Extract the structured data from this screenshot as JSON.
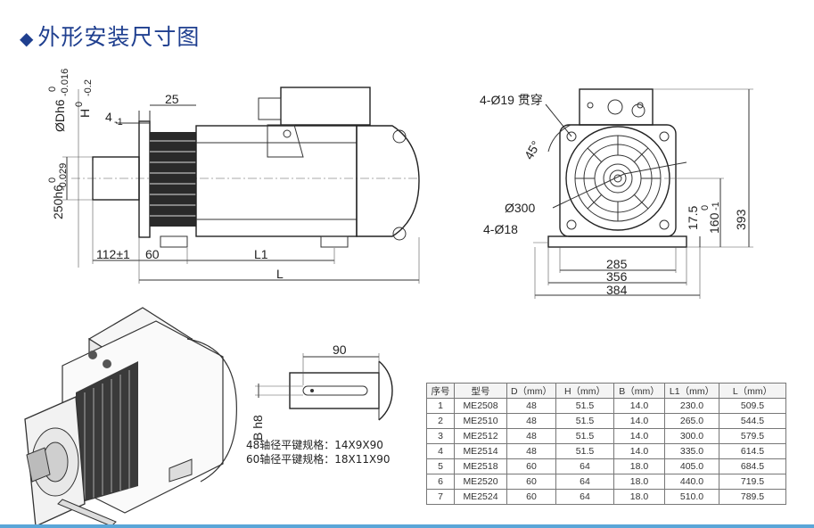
{
  "title": "外形安装尺寸图",
  "side_view": {
    "labels": {
      "shaft_dia": "ØDh6",
      "shaft_dia_tol_top": "0",
      "shaft_dia_tol_bot": "-0.016",
      "h_label": "H",
      "h_tol_top": "0",
      "h_tol_bot": "-0.2",
      "four": "4",
      "four_tol": "-1",
      "twentyfive": "25",
      "flange_dia": "250h6",
      "flange_tol_top": "0",
      "flange_tol_bot": "-0.029",
      "d112": "112±1",
      "d60": "60",
      "L1": "L1",
      "L": "L"
    }
  },
  "front_view": {
    "labels": {
      "holes": "4-Ø19 贯穿",
      "angle": "45°",
      "pcd": "Ø300",
      "foot_holes": "4-Ø18",
      "d285": "285",
      "d356": "356",
      "d384": "384",
      "d17_5": "17.5",
      "d160": "160",
      "d160_tol_top": "0",
      "d160_tol_bot": "-1",
      "d393": "393"
    }
  },
  "shaft_detail": {
    "labels": {
      "d90": "90",
      "bh8": "B h8"
    },
    "notes": [
      "48轴径平键规格：14X9X90",
      "60轴径平键规格：18X11X90"
    ]
  },
  "table": {
    "headers": [
      "序号",
      "型号",
      "D（mm）",
      "H（mm）",
      "B（mm）",
      "L1（mm）",
      "L（mm）"
    ],
    "rows": [
      [
        "1",
        "ME2508",
        "48",
        "51.5",
        "14.0",
        "230.0",
        "509.5"
      ],
      [
        "2",
        "ME2510",
        "48",
        "51.5",
        "14.0",
        "265.0",
        "544.5"
      ],
      [
        "3",
        "ME2512",
        "48",
        "51.5",
        "14.0",
        "300.0",
        "579.5"
      ],
      [
        "4",
        "ME2514",
        "48",
        "51.5",
        "14.0",
        "335.0",
        "614.5"
      ],
      [
        "5",
        "ME2518",
        "60",
        "64",
        "18.0",
        "405.0",
        "684.5"
      ],
      [
        "6",
        "ME2520",
        "60",
        "64",
        "18.0",
        "440.0",
        "719.5"
      ],
      [
        "7",
        "ME2524",
        "60",
        "64",
        "18.0",
        "510.0",
        "789.5"
      ]
    ]
  },
  "colors": {
    "title": "#1f3f8f",
    "accent_bar": "#5aa6d8"
  }
}
